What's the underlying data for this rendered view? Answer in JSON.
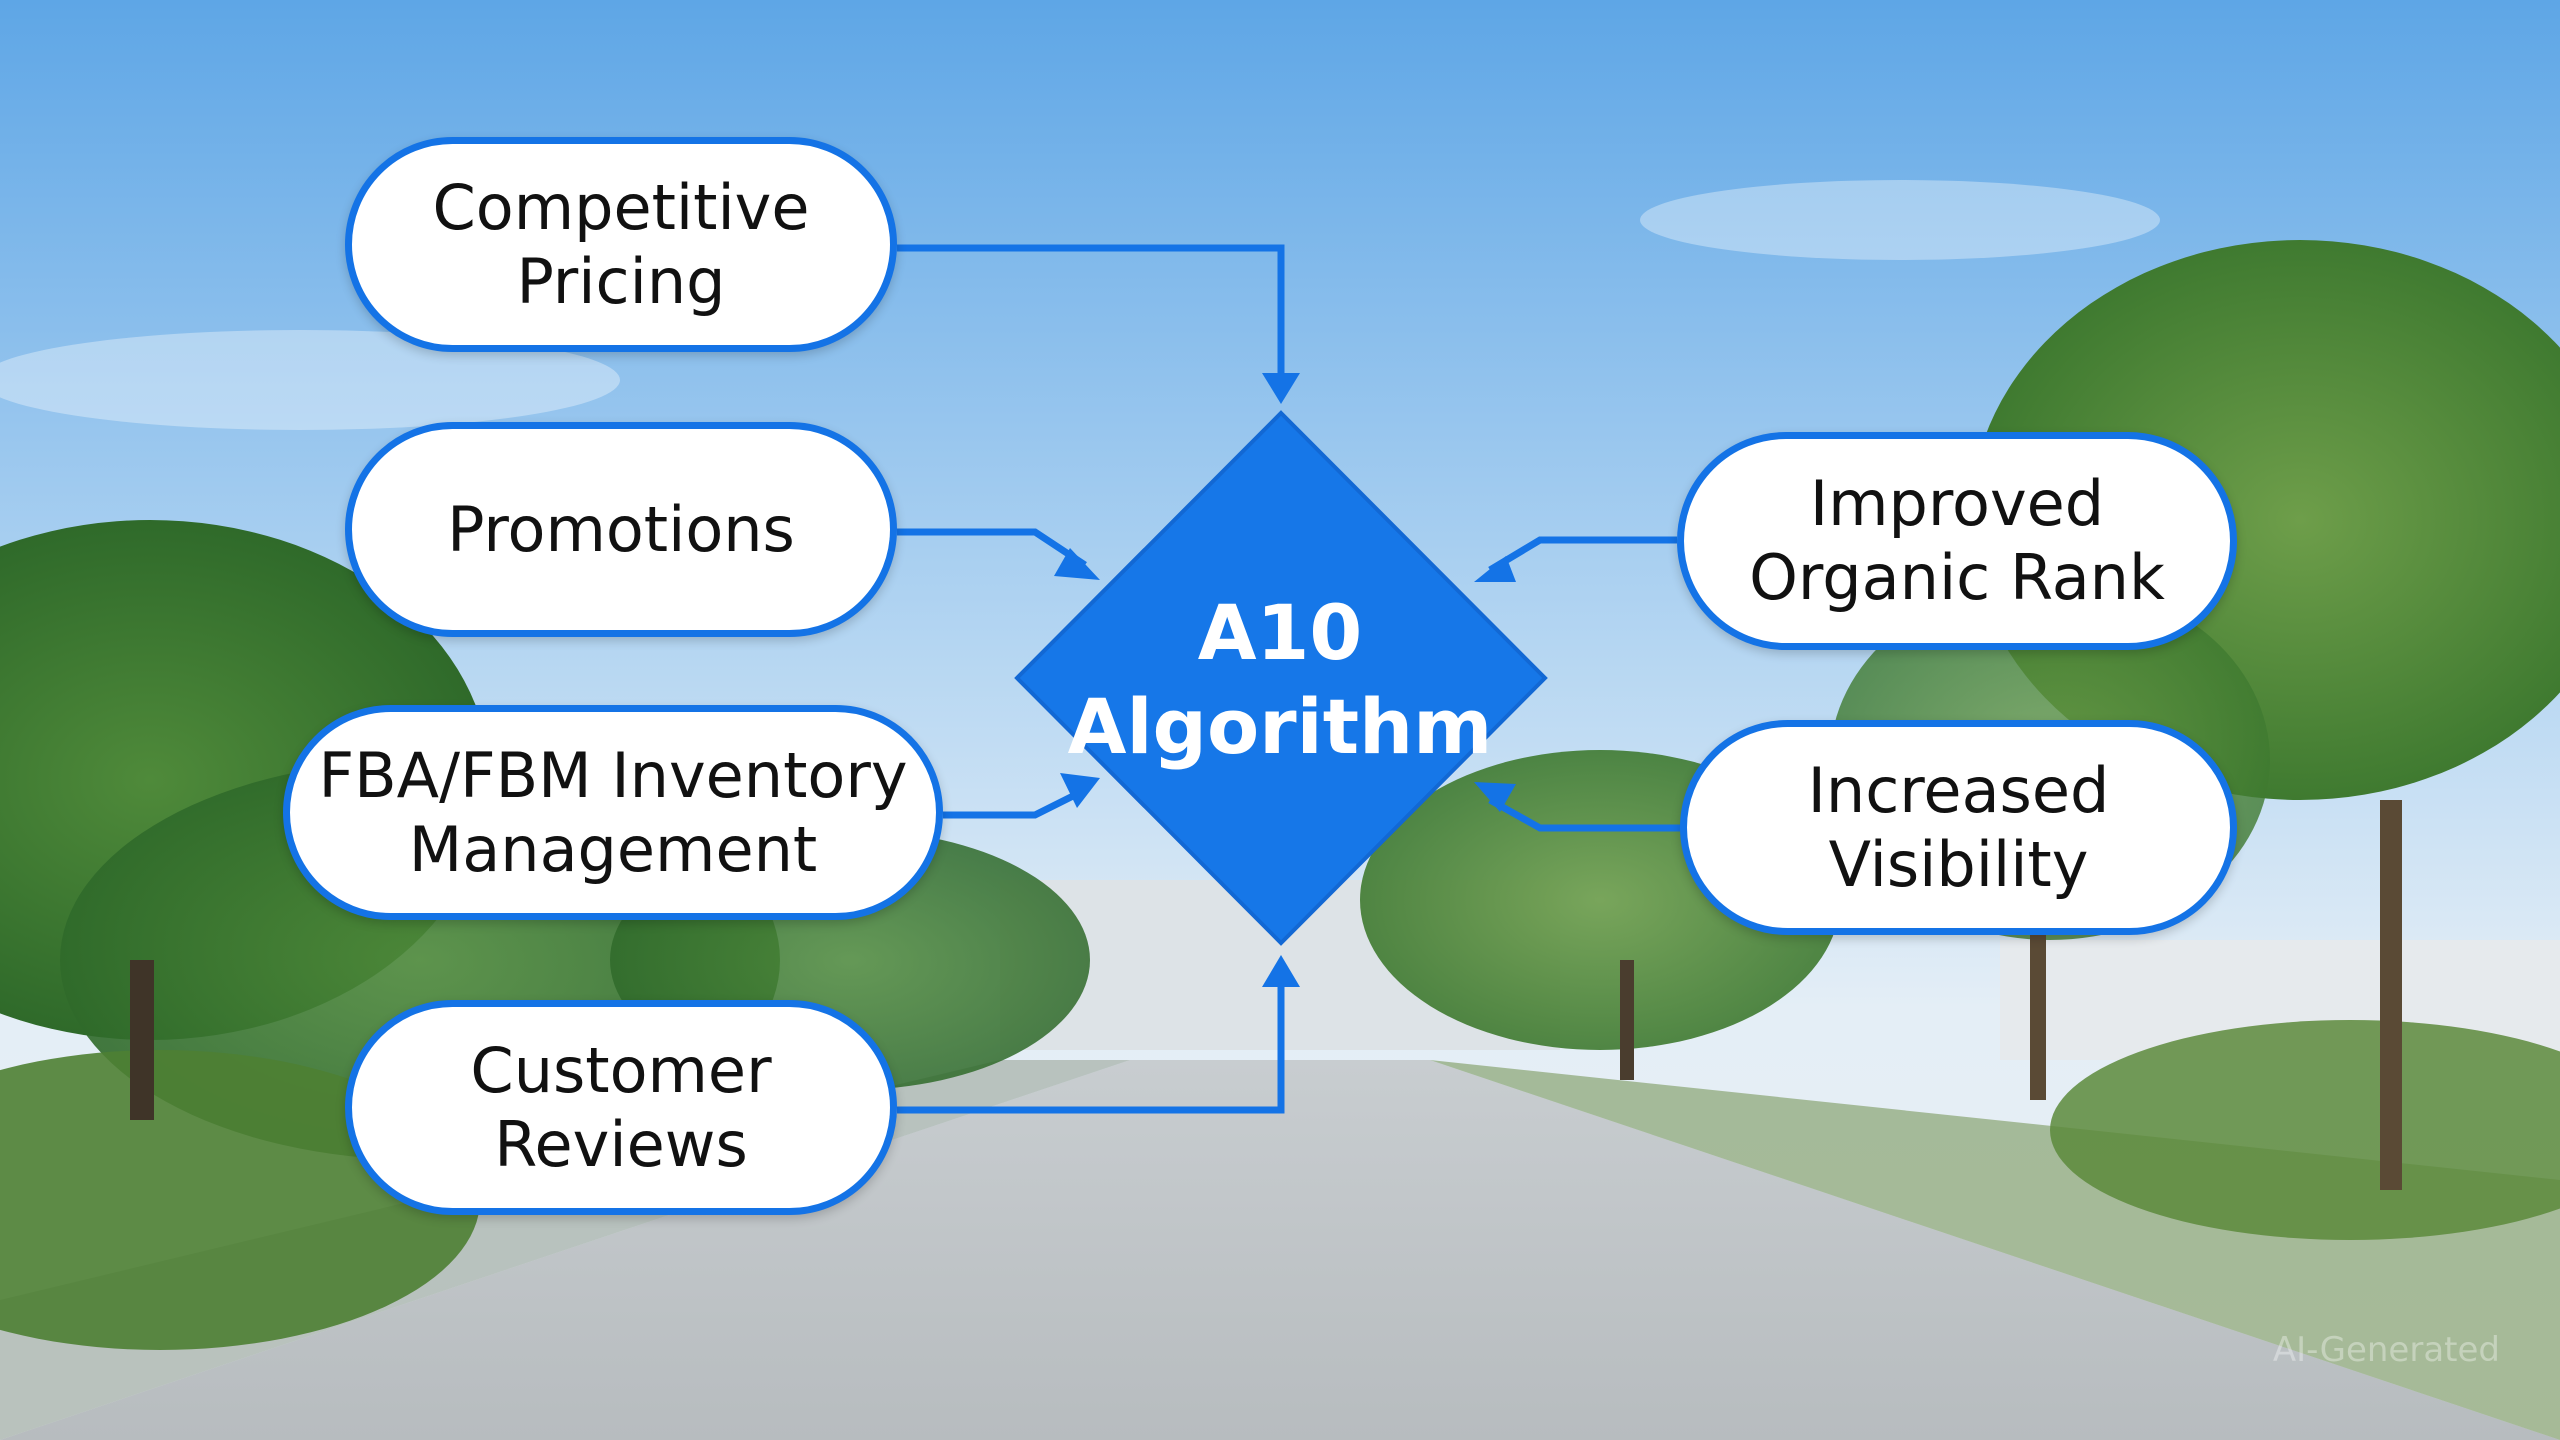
{
  "diagram": {
    "center": {
      "label": "A10\nAlgorithm"
    },
    "inputs": [
      {
        "id": "competitive-pricing",
        "label": "Competitive\nPricing"
      },
      {
        "id": "promotions",
        "label": "Promotions"
      },
      {
        "id": "fba-fbm",
        "label": "FBA/FBM Inventory\nManagement"
      },
      {
        "id": "customer-reviews",
        "label": "Customer\nReviews"
      }
    ],
    "outputs": [
      {
        "id": "organic-rank",
        "label": "Improved\nOrganic Rank"
      },
      {
        "id": "visibility",
        "label": "Increased\nVisibility"
      }
    ]
  },
  "watermark": "AI-Generated",
  "colors": {
    "accent": "#1473e6",
    "diamond": "#1677e8",
    "node_fill": "#ffffff",
    "text": "#111111"
  }
}
